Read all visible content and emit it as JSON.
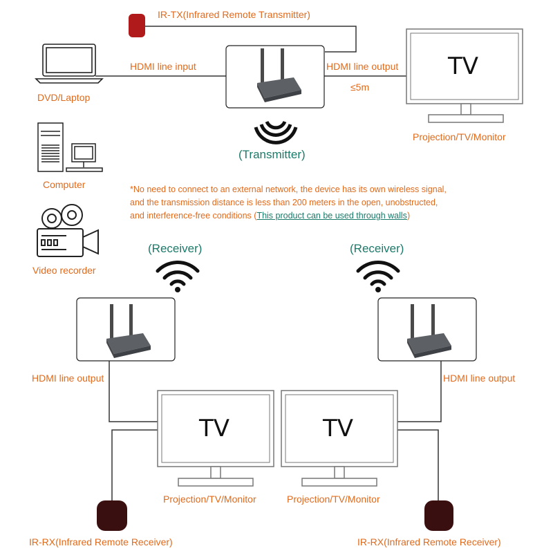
{
  "ir_tx_label": "IR-TX(Infrared Remote Transmitter)",
  "hdmi_input_label": "HDMI line input",
  "hdmi_output_top_label": "HDMI line output",
  "distance_label": "≤5m",
  "source_devices": {
    "dvd_laptop": "DVD/Laptop",
    "computer": "Computer",
    "video_recorder": "Video recorder"
  },
  "transmitter_label": "(Transmitter)",
  "tv_label": "TV",
  "display_label": "Projection/TV/Monitor",
  "note": {
    "line1": "*No need to connect to an external network, the device has its own wireless signal,",
    "line2": "and the transmission distance is less than 200 meters in the open, unobstructed,",
    "line3_prefix": "and interference-free conditions (",
    "line3_link": "This product can be used through walls",
    "line3_suffix": ")"
  },
  "receiver_label": "(Receiver)",
  "hdmi_output_label": "HDMI line output",
  "ir_rx_label": "IR-RX(Infrared Remote Receiver)",
  "colors": {
    "accent_orange": "#e06a1c",
    "receiver_green": "#1a7a6a",
    "ir_tx_red": "#b01a1a",
    "ir_rx_dark": "#3a0f10"
  }
}
